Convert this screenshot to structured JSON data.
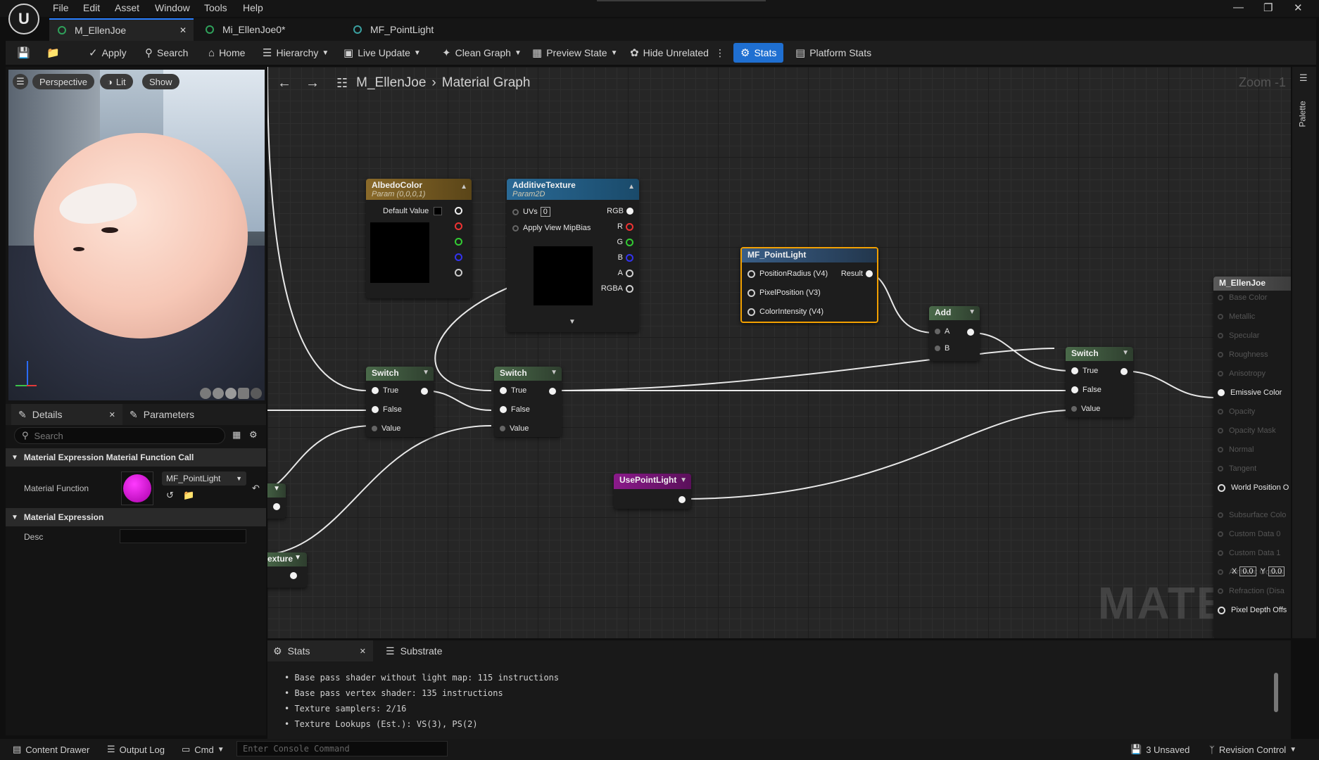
{
  "menu": [
    "File",
    "Edit",
    "Asset",
    "Window",
    "Tools",
    "Help"
  ],
  "tabs": [
    {
      "label": "M_EllenJoe",
      "active": true
    },
    {
      "label": "Mi_EllenJoe0*",
      "active": false
    },
    {
      "label": "MF_PointLight",
      "active": false
    }
  ],
  "toolbar": {
    "apply": "Apply",
    "search": "Search",
    "home": "Home",
    "hierarchy": "Hierarchy",
    "live_update": "Live Update",
    "clean_graph": "Clean Graph",
    "preview_state": "Preview State",
    "hide_unrelated": "Hide Unrelated",
    "stats": "Stats",
    "platform_stats": "Platform Stats"
  },
  "viewport": {
    "perspective": "Perspective",
    "lit": "Lit",
    "show": "Show"
  },
  "details": {
    "tab_details": "Details",
    "tab_parameters": "Parameters",
    "search_placeholder": "Search",
    "section1": "Material Expression Material Function Call",
    "material_function_label": "Material Function",
    "material_function_value": "MF_PointLight",
    "section2": "Material Expression",
    "desc_label": "Desc"
  },
  "graph": {
    "breadcrumb_root": "M_EllenJoe",
    "breadcrumb_leaf": "Material Graph",
    "zoom": "Zoom -1",
    "palette": "Palette",
    "watermark": "MATERIAL",
    "albedo": {
      "title": "AlbedoColor",
      "sub": "Param (0,0,0,1)",
      "default_value": "Default Value"
    },
    "additive": {
      "title": "AdditiveTexture",
      "sub": "Param2D",
      "uvs": "UVs",
      "uvs_val": "0",
      "mip": "Apply View MipBias",
      "rgb": "RGB",
      "r": "R",
      "g": "G",
      "b": "B",
      "a": "A",
      "rgba": "RGBA"
    },
    "mf": {
      "title": "MF_PointLight",
      "in1": "PositionRadius (V4)",
      "in2": "PixelPosition (V3)",
      "in3": "ColorIntensity (V4)",
      "result": "Result"
    },
    "add": {
      "title": "Add",
      "a": "A",
      "b": "B"
    },
    "switch": {
      "title": "Switch",
      "true": "True",
      "false": "False",
      "value": "Value"
    },
    "use_point_light": "UsePointLight",
    "partial_texture": "exture",
    "result_node": {
      "title": "M_EllenJoe",
      "pins": [
        "Base Color",
        "Metallic",
        "Specular",
        "Roughness",
        "Anisotropy",
        "Emissive Color",
        "Opacity",
        "Opacity Mask",
        "Normal",
        "Tangent",
        "World Position O",
        "Subsurface Colo",
        "Custom Data 0",
        "Custom Data 1",
        "Ambient Occlusi",
        "Refraction (Disa",
        "Pixel Depth Offs"
      ],
      "wpo_x": "0.0",
      "wpo_y": "0.0",
      "x": "X",
      "y": "Y"
    }
  },
  "stats_panel": {
    "tab_stats": "Stats",
    "tab_substrate": "Substrate",
    "lines": [
      "Base pass shader without light map: 115 instructions",
      "Base pass vertex shader: 135 instructions",
      "Texture samplers: 2/16",
      "Texture Lookups (Est.): VS(3), PS(2)"
    ]
  },
  "bottom": {
    "content_drawer": "Content Drawer",
    "output_log": "Output Log",
    "cmd": "Cmd",
    "console_placeholder": "Enter Console Command",
    "unsaved": "3 Unsaved",
    "revision": "Revision Control"
  }
}
